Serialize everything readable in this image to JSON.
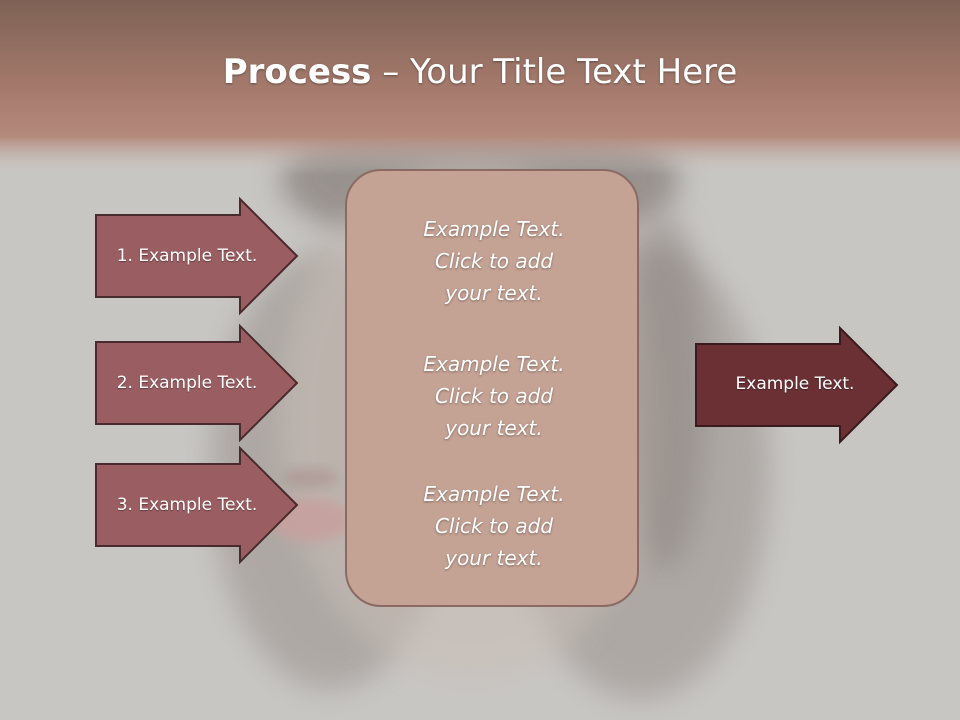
{
  "slide": {
    "title_bold": "Process",
    "title_rest": " – Your Title Text Here"
  },
  "left_arrows": [
    {
      "label": "1. Example Text."
    },
    {
      "label": "2. Example Text."
    },
    {
      "label": "3. Example Text."
    }
  ],
  "center_box": {
    "paragraphs": [
      {
        "line1": "Example Text.",
        "line2": "Click  to add",
        "line3": "your text."
      },
      {
        "line1": "Example Text.",
        "line2": "Click  to add",
        "line3": "your text."
      },
      {
        "line1": "Example Text.",
        "line2": "Click  to add",
        "line3": "your text."
      }
    ]
  },
  "right_arrow": {
    "label": "Example Text."
  },
  "colors": {
    "banner": "#a87c6e",
    "left_arrow_fill": "#9a5e62",
    "right_arrow_fill": "#6a3034",
    "center_box_fill": "#c4a294"
  }
}
